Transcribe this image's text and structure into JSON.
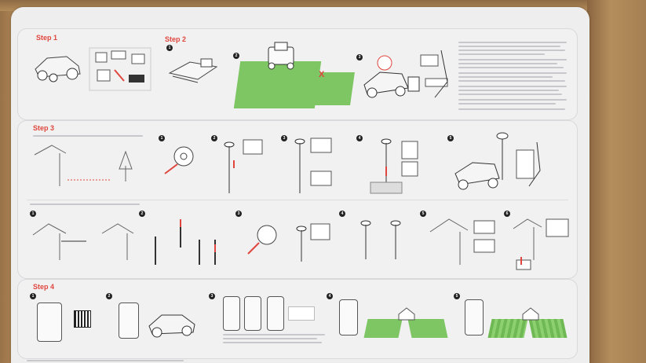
{
  "photo": {
    "subject": "instruction-sheet-in-cardboard-box",
    "colors": {
      "cardboard": "#b08958",
      "sheet": "#eeeeef",
      "accent": "#e0463d",
      "lawn": "#7ec663"
    }
  },
  "sheet": {
    "steps": [
      {
        "label": "Step 1"
      },
      {
        "label": "Step 2",
        "numbers": [
          "1",
          "2",
          "3"
        ]
      },
      {
        "label": "Step 3",
        "numbers": [
          "1",
          "2",
          "3",
          "4",
          "5",
          "1",
          "2",
          "3",
          "4",
          "5",
          "6"
        ]
      },
      {
        "label": "Step 4",
        "numbers": [
          "1",
          "2",
          "3",
          "4",
          "5"
        ]
      }
    ],
    "marks": {
      "cross": "X"
    }
  }
}
